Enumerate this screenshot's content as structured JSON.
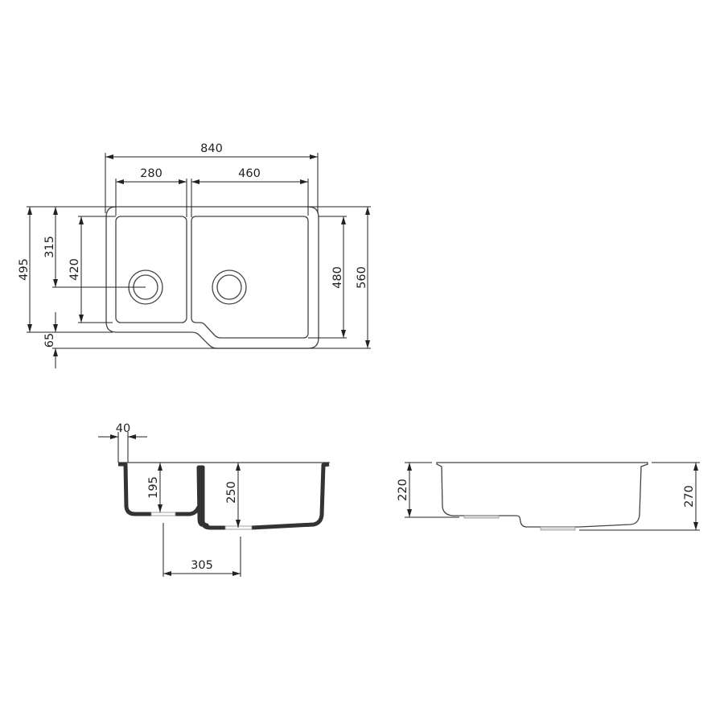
{
  "drawing": {
    "top_view": {
      "overall_width": "840",
      "left_bowl_width": "280",
      "right_bowl_width": "460",
      "depth_to_step": "495",
      "drain_offset": "315",
      "left_bowl_length": "420",
      "step": "65",
      "right_bowl_length": "480",
      "overall_depth": "560"
    },
    "front_section": {
      "rim": "40",
      "left_bowl_depth": "195",
      "right_bowl_depth": "250",
      "drain_spacing": "305"
    },
    "side_view": {
      "left_height": "220",
      "right_height": "270"
    }
  },
  "colors": {
    "line": "#222222",
    "section_fill": "#333333"
  }
}
